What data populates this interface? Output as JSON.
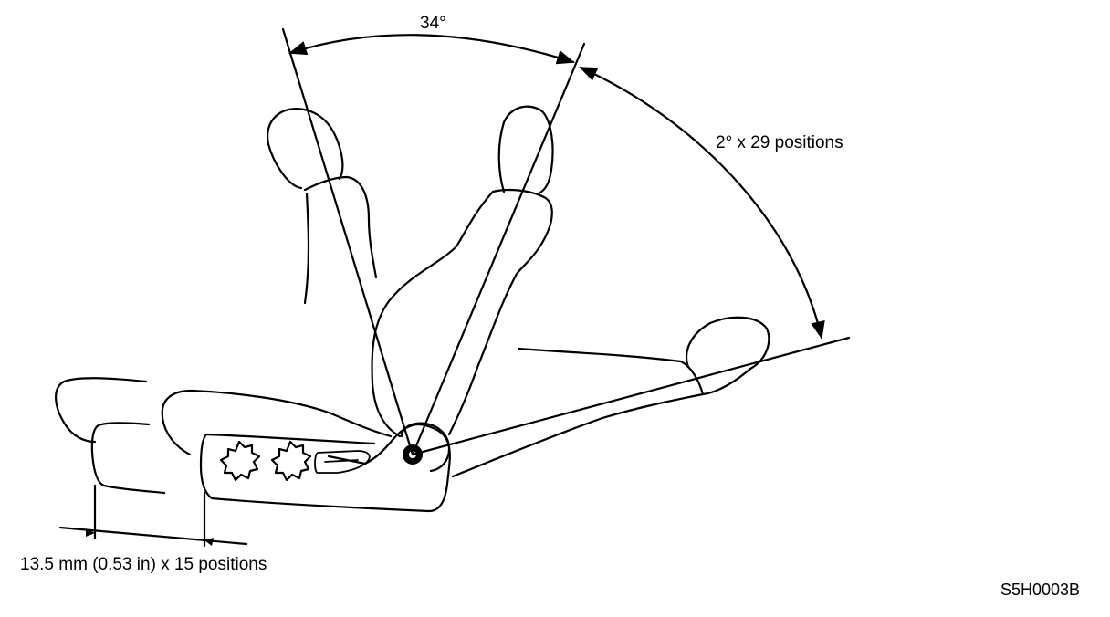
{
  "diagram": {
    "recline_angle_label": "34°",
    "recline_steps_label": "2° x 29 positions",
    "slide_steps_label": "13.5 mm (0.53 in) x 15 positions",
    "figure_code": "S5H0003B"
  }
}
